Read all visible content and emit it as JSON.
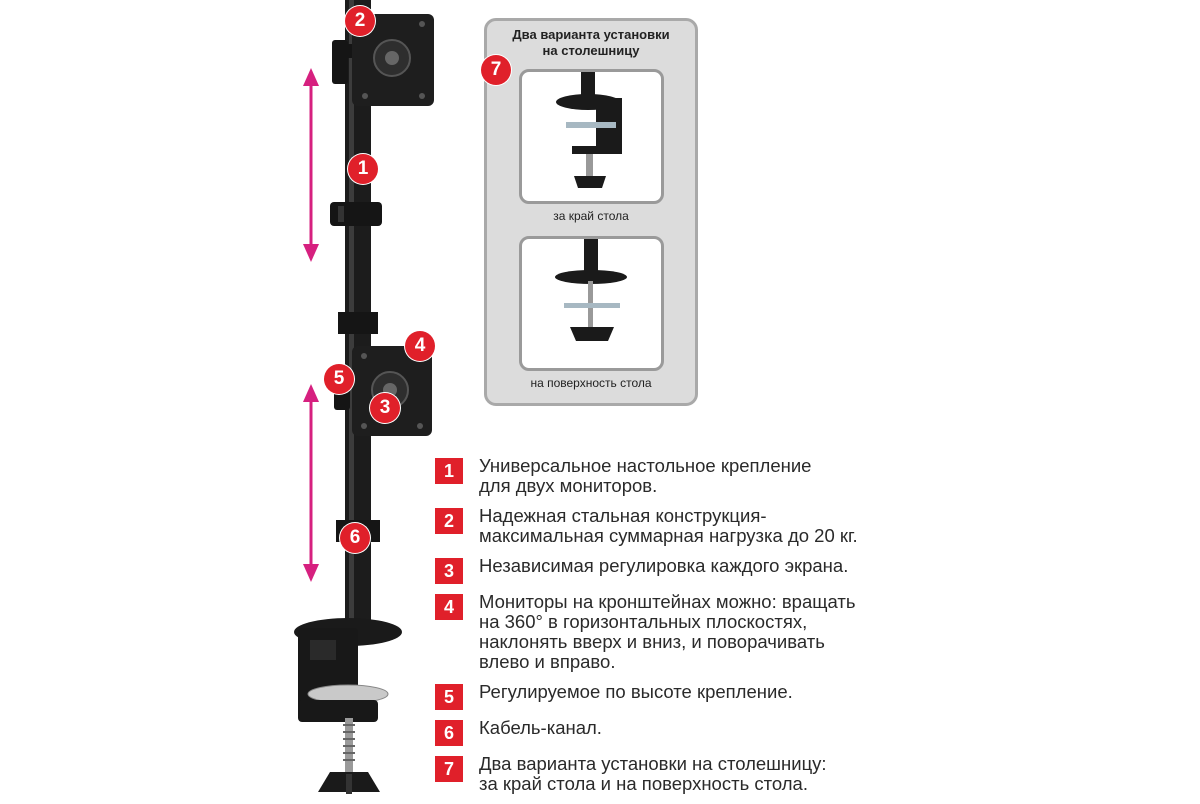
{
  "inset": {
    "title_line1": "Два варианта установки",
    "title_line2": "на столешницу",
    "badge": "7",
    "option1_caption": "за край стола",
    "option2_caption": "на поверхность стола"
  },
  "callouts": [
    "1",
    "2",
    "3",
    "4",
    "5",
    "6"
  ],
  "features": [
    {
      "num": "1",
      "text": "Универсальное настольное крепление\nдля двух мониторов."
    },
    {
      "num": "2",
      "text": "Надежная стальная конструкция-\nмаксимальная суммарная нагрузка до 20 кг."
    },
    {
      "num": "3",
      "text": "Независимая регулировка каждого экрана."
    },
    {
      "num": "4",
      "text": "Мониторы на кронштейнах можно: вращать\nна 360° в горизонтальных плоскостях,\nнаклонять вверх и вниз, и поворачивать\nвлево и вправо."
    },
    {
      "num": "5",
      "text": "Регулируемое по высоте крепление."
    },
    {
      "num": "6",
      "text": "Кабель-канал."
    },
    {
      "num": "7",
      "text": "Два варианта установки на столешницу:\nза край стола и на поверхность стола."
    }
  ],
  "colors": {
    "accent": "#e0202a",
    "arrow": "#d6207f",
    "metal": "#1c1c1c"
  }
}
